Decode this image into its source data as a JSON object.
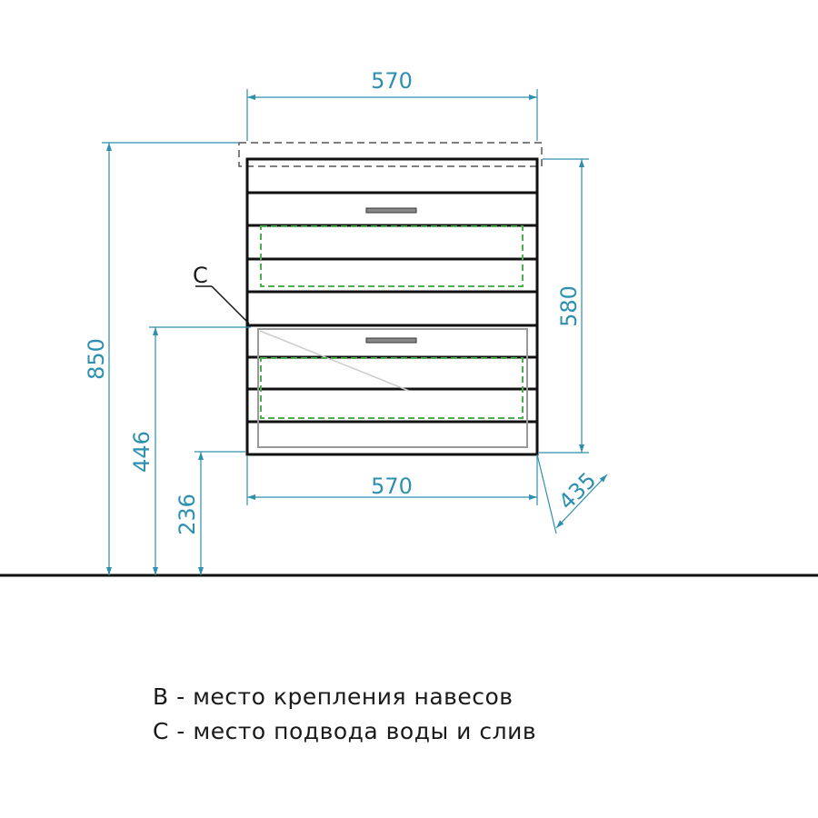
{
  "dimensions": {
    "top_width": "570",
    "bottom_width": "570",
    "total_height": "850",
    "cabinet_height": "580",
    "mount_height": "446",
    "drain_height": "236",
    "depth": "435"
  },
  "labels": {
    "point_c": "С"
  },
  "legend": {
    "line_b": "В - место крепления навесов",
    "line_c": "С - место подвода воды и слив"
  },
  "colors": {
    "dimension": "#2e8fae",
    "outline": "#111111",
    "hidden": "#4caf50",
    "placeholder": "#444444"
  }
}
